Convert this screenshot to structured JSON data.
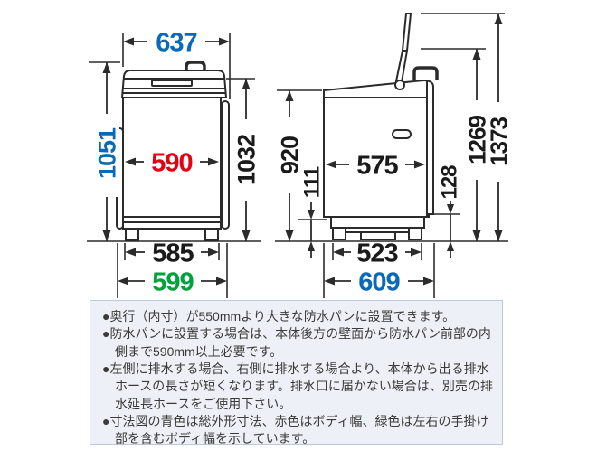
{
  "colors": {
    "blue": "#0a6ab7",
    "red": "#e60012",
    "green": "#00a23e",
    "black": "#1a1a1a"
  },
  "front_view": {
    "overall_width": "637",
    "overall_height": "1051",
    "body_width": "590",
    "body_height": "1032",
    "feet_width": "585",
    "body_with_handles_width": "599"
  },
  "side_view": {
    "body_height": "920",
    "base_clearance": "111",
    "body_depth": "575",
    "rear_clearance": "128",
    "height_to_lid_joint": "1269",
    "height_lid_open": "1373",
    "feet_depth": "523",
    "overall_depth": "609"
  },
  "notes": {
    "items": [
      "奥行（内寸）が550mmより大きな防水パンに設置できます。",
      "防水パンに設置する場合は、本体後方の壁面から防水パン前部の内側まで590mm以上必要です。",
      "左側に排水する場合、右側に排水する場合より、本体から出る排水ホースの長さが短くなります。排水口に届かない場合は、別売の排水延長ホースをご使用下さい。",
      "寸法図の青色は総外形寸法、赤色はボディ幅、緑色は左右の手掛け部を含むボディ幅を示しています。"
    ]
  }
}
